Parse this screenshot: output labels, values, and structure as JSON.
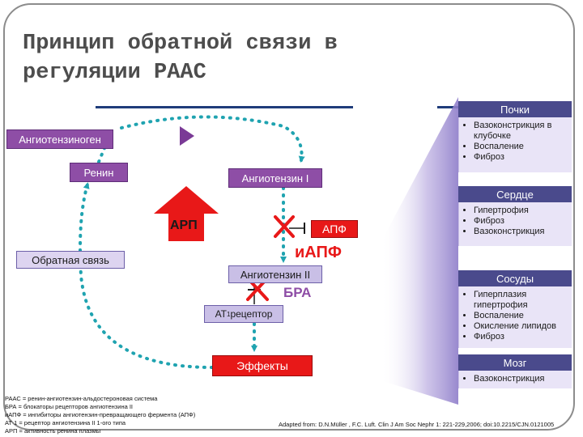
{
  "title": "Принцип обратной связи в регуляции РААС",
  "nodes": {
    "angiotensinogen": "Ангиотензиноген",
    "renin": "Ренин",
    "angiotensin1": "Ангиотензин I",
    "arp": "АРП",
    "apf": "АПФ",
    "iapf": "иАПФ",
    "feedback": "Обратная связь",
    "angiotensin2": "Ангиотензин II",
    "bra": "БРА",
    "at1_receptor_pre": "АТ",
    "at1_receptor_sub": "1",
    "at1_receptor_post": " рецептор",
    "effects": "Эффекты"
  },
  "panels": [
    {
      "title": "Почки",
      "items": [
        "Вазоконстрикция в клубочке",
        "Воспаление",
        "Фиброз"
      ]
    },
    {
      "title": "Сердце",
      "items": [
        "Гипертрофия",
        "Фиброз",
        "Вазоконстрикция"
      ]
    },
    {
      "title": "Сосуды",
      "items": [
        "Гиперплазия гипертрофия",
        "Воспаление",
        "Окисление липидов",
        "Фиброз"
      ]
    },
    {
      "title": "Мозг",
      "items": [
        "Вазоконстрикция"
      ]
    }
  ],
  "legend": [
    "РААС = ренин-ангиотензин-альдостероновая система",
    "БРА = блокаторы рецепторов ангиотензина II",
    "иАПФ = ингибиторы ангиотензин-превращающего фермента (АПФ)",
    "АТ 1 = рецептор ангиотензина II 1-ого типа",
    "АРП = активность ренина плазмы"
  ],
  "citation": "Adapted from: D.N.Müller , F.C. Luft. Clin J Am Soc Nephr 1: 221-229,2006; doi:10.2215/CJN.0121005",
  "colors": {
    "violet": "#8e4ea6",
    "lavender": "#ddd4f0",
    "red": "#e81818",
    "teal": "#1fa3b0",
    "panel_header": "#4a4a8c"
  }
}
